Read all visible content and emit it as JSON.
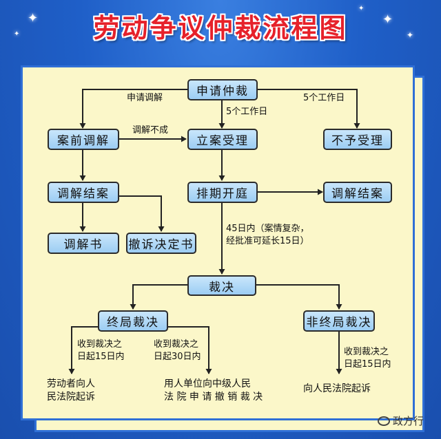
{
  "title": "劳动争议仲裁流程图",
  "boxes": {
    "apply": "申请仲裁",
    "pre_mediation": "案前调解",
    "register": "立案受理",
    "reject": "不予受理",
    "mediation_closed_left": "调解结案",
    "schedule_hearing": "排期开庭",
    "mediation_closed_right": "调解结案",
    "mediation_doc": "调解书",
    "withdraw_decision": "撤诉决定书",
    "award": "裁决",
    "final_award": "终局裁决",
    "non_final_award": "非终局裁决"
  },
  "labels": {
    "apply_mediation": "申请调解",
    "five_days_center": "5个工作日",
    "five_days_right": "5个工作日",
    "mediation_failed": "调解不成",
    "deadline_line1": "45日内（案情复杂，",
    "deadline_line2": "经批准可延长15日）",
    "final_left_line1": "收到裁决之",
    "final_left_line2": "日起15日内",
    "final_right_line1": "收到裁决之",
    "final_right_line2": "日起30日内",
    "nonfinal_line1": "收到裁决之",
    "nonfinal_line2": "日起15日内"
  },
  "outcomes": {
    "worker_line1": "劳动者向人",
    "worker_line2": "民法院起诉",
    "employer_line1": "用人单位向中级人民",
    "employer_line2": "法 院 申 请 撤 销 裁 决",
    "court": "向人民法院起诉"
  },
  "watermark": "政方行"
}
